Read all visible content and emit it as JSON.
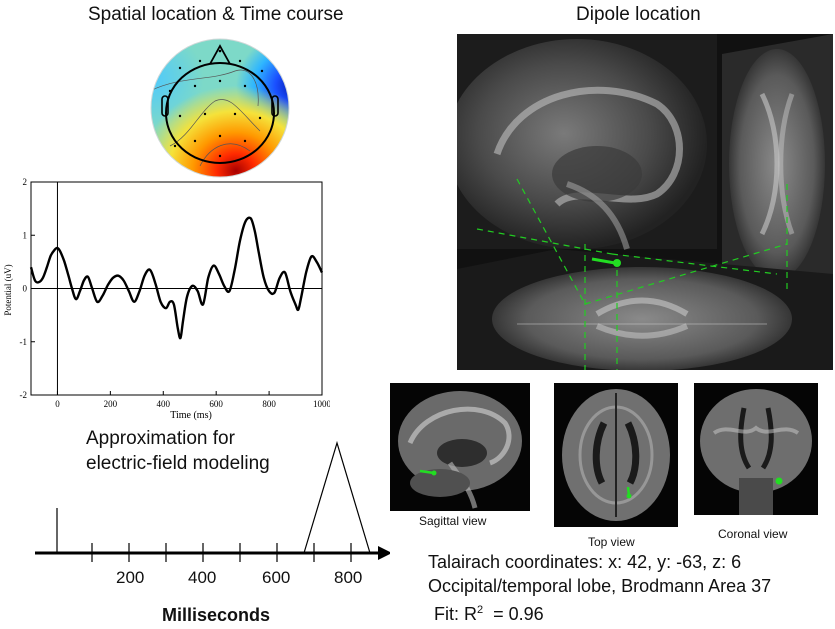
{
  "left_title": "Spatial location & Time course",
  "right_title": "Dipole location",
  "chart_data": {
    "type": "line",
    "xlabel": "Time (ms)",
    "ylabel": "Potential (uV)",
    "xlim": [
      -100,
      1000
    ],
    "ylim": [
      -2,
      2
    ],
    "xticks": [
      "0",
      "200",
      "400",
      "600",
      "800",
      "1000"
    ],
    "yticks": [
      "-2",
      "-1",
      "0",
      "1",
      "2"
    ],
    "series": [
      {
        "x": [
          -100,
          -85,
          -70,
          -55,
          -40,
          -25,
          -10,
          0,
          10,
          25,
          40,
          55,
          70,
          85,
          100,
          115,
          130,
          150,
          170,
          190,
          210,
          230,
          250,
          270,
          290,
          310,
          330,
          350,
          370,
          390,
          410,
          425,
          440,
          455,
          465,
          475,
          490,
          510,
          530,
          550,
          570,
          590,
          610,
          630,
          650,
          670,
          690,
          710,
          730,
          745,
          760,
          780,
          800,
          820,
          840,
          860,
          880,
          900,
          910,
          920,
          940,
          960,
          980,
          1000
        ],
        "y": [
          0.4,
          0.15,
          0.12,
          0.2,
          0.4,
          0.62,
          0.73,
          0.76,
          0.7,
          0.52,
          0.27,
          0.0,
          -0.2,
          -0.05,
          0.15,
          0.22,
          0.02,
          -0.25,
          -0.14,
          0.06,
          0.2,
          0.24,
          0.15,
          -0.05,
          -0.25,
          -0.05,
          0.25,
          0.35,
          0.1,
          -0.25,
          -0.37,
          -0.25,
          -0.3,
          -0.75,
          -0.93,
          -0.6,
          -0.15,
          0.05,
          -0.05,
          -0.3,
          0.2,
          0.43,
          0.28,
          0.05,
          -0.05,
          0.35,
          0.9,
          1.25,
          1.32,
          1.1,
          0.7,
          0.2,
          -0.05,
          -0.08,
          0.2,
          0.3,
          -0.05,
          -0.3,
          -0.4,
          -0.2,
          0.3,
          0.6,
          0.5,
          0.3
        ]
      }
    ]
  },
  "approx": {
    "title_line1": "Approximation for",
    "title_line2": "electric-field modeling",
    "ticks": [
      "200",
      "400",
      "600",
      "800"
    ],
    "xlabel": "Milliseconds"
  },
  "views": {
    "sagittal": "Sagittal view",
    "top": "Top view",
    "coronal": "Coronal view"
  },
  "info": {
    "talairach": "Talairach coordinates: x: 42, y: -63, z: 6",
    "region": "Occipital/temporal lobe, Brodmann Area 37",
    "fit_prefix": "Fit: R",
    "fit_sup": "2",
    "fit_value": "= 0.96"
  },
  "colors": {
    "dipole": "#22dd22",
    "trace": "#000000"
  }
}
